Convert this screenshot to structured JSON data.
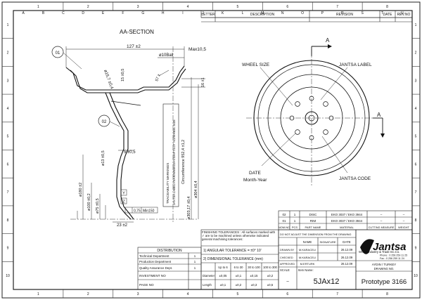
{
  "frame": {
    "col_numbers": [
      "1",
      "2",
      "3",
      "4",
      "5",
      "6",
      "7",
      "8"
    ],
    "row_numbers": [
      "1",
      "2",
      "3",
      "4",
      "5",
      "6",
      "7",
      "8",
      "9",
      "10"
    ],
    "col_letters": [
      "A",
      "B",
      "C",
      "D",
      "E",
      "F",
      "G",
      "H",
      "I",
      "J",
      "K",
      "L",
      "M",
      "N",
      "O",
      "P",
      "R",
      "S",
      "T",
      "U"
    ]
  },
  "revision_table": {
    "letter": "LETTER",
    "description": "DESCRIPTION",
    "revision": "REVISION",
    "date": "DATE",
    "rev_no": "REV.NO"
  },
  "section_view": {
    "title": "AA-SECTION",
    "balloon_1": "01",
    "balloon_2": "02",
    "dim_width": "127 ±2",
    "dim_max": "Max10,5",
    "dim_ball": "ø10Ball",
    "dim_angle": "ø15,7 ±0,4",
    "dim_15": "15 ±0,5",
    "dim_16": "16 ±1",
    "dim_5": "5 ±0,5",
    "dim_13": "ø13 ±0,5",
    "dim_57": "57 ±",
    "dim_180": "ø180 ±2",
    "dim_100": "ø100 ±0,2",
    "dim_75": "ø75 ±0,5",
    "dim_23": "23 ±2",
    "dim_303": "ø303,17 ±0,4",
    "dim_304": "ø304 ±0,4",
    "circumference": "Circumference 952,4 ±1,2",
    "trace_title": "TRACEABILITY MARKINGS",
    "trace_text": "JANTSA LABEL/YEAR/WEEK/DAY/SHIFT/LOT NO/WHEEL SIZE",
    "tol_mark": "0,75",
    "mark_150": "Min150",
    "label_y": "Y",
    "label_z": "Z"
  },
  "front_view": {
    "wheel_size": "WHEEL SIZE",
    "jantsa_label": "JANTSA LABEL",
    "date": "DATE",
    "month_year": "Month-Year",
    "jantsa_code": "JANTSA CODE",
    "arrow_a": "A"
  },
  "parts_list": {
    "rows": [
      {
        "no": "02",
        "pcs": "1",
        "name": "DISC",
        "material": "EKO 3037 / EKO 3944",
        "cut": "–",
        "weight": "–"
      },
      {
        "no": "01",
        "pcs": "1",
        "name": "RIM",
        "material": "EKO 3037 / EKO 3944",
        "cut": "–",
        "weight": "–"
      }
    ],
    "headers": {
      "no": "NOM.NO",
      "pcs": "PCS",
      "name": "PART NAME",
      "material": "MATERIAL",
      "cut": "CUTTING MEASURE",
      "weight": "WEIGHT"
    }
  },
  "notes": {
    "do_not_adjust": "DO NOT ADJUST THE DIMENSION FROM THE DRAWING",
    "finishing": "FINISHING TOLERANCES : All surfaces marked with ✓ are to be machined unless otherwise indicated general machining tolerances:",
    "angular": "1) ANGULAR TOLERANCE = ±0° 10'",
    "dimensional": "2) DIMENSIONAL TOLERANCE (mm)",
    "range_headers": [
      "Up to 6",
      "6 to 30",
      "30 to 100",
      "100 to 300"
    ],
    "diameter_label": "Diameter",
    "diameter_vals": [
      "±0,05",
      "±0,1",
      "±0,15",
      "±0,2"
    ],
    "length_label": "Length",
    "length_vals": [
      "±0,1",
      "±0,2",
      "±0,3",
      "±0,5"
    ]
  },
  "approval": {
    "name_hdr": "NAME",
    "signature_hdr": "SIGNATURE",
    "date_hdr": "DATE",
    "rows": [
      {
        "role": "DRAWN BY",
        "name": "M.KARACELI",
        "date": "26.12.09"
      },
      {
        "role": "CHECKED",
        "name": "M.KARACELI",
        "date": "26.12.09"
      },
      {
        "role": "APPROVED",
        "name": "M.ERTURK",
        "date": "26.12.09"
      }
    ],
    "scale": "SCALE",
    "scale_val": "–"
  },
  "company": {
    "brand": "Jantsa",
    "name": "Wheel Industry & Trade Inc.Co.",
    "phone": "Phone : 0 256 259 11 25",
    "fax": "Fax : 0 256 259 11 24",
    "city": "AYDIN / TURKEY",
    "drawing_no": "DRAWING NO.",
    "drawing_val": "Prototype 3166",
    "item_name": "Item Name:",
    "item_val": "5JAx12"
  },
  "distribution": {
    "title": "DISTRIBUTION",
    "rows": [
      "Technical Department",
      "Production Department",
      "Quality Assurance Dept."
    ],
    "copies": [
      "1",
      "1",
      "1"
    ],
    "investment": "INVESTMENT NO",
    "page": "PAGE NO"
  }
}
